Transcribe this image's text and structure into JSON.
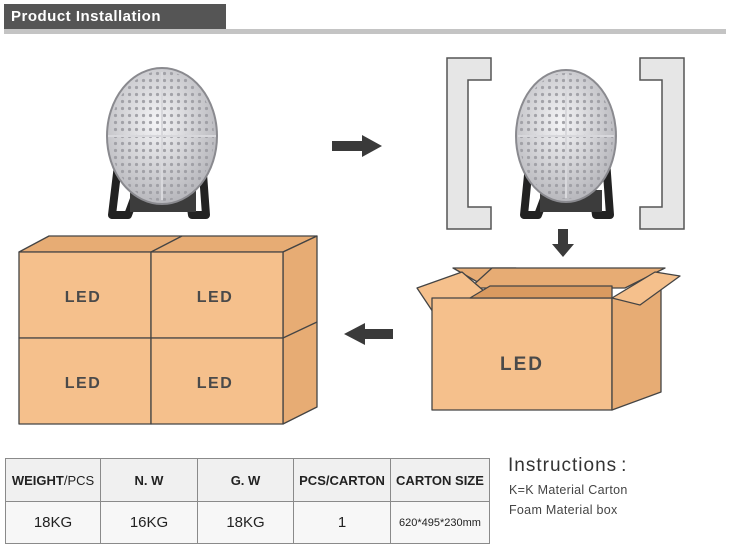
{
  "header": {
    "title": "Product Installation"
  },
  "boxes": {
    "led_label": "LED"
  },
  "specs": {
    "headers": [
      {
        "main": "WEIGHT",
        "sub": "/PCS"
      },
      {
        "main": "N. W",
        "sub": ""
      },
      {
        "main": "G. W",
        "sub": ""
      },
      {
        "main": "PCS",
        "sub": "/CARTON"
      },
      {
        "main": "CARTON SIZE",
        "sub": ""
      }
    ],
    "values": [
      "18KG",
      "16KG",
      "18KG",
      "1",
      "620*495*230mm"
    ]
  },
  "instructions": {
    "title": "Instructions",
    "colon": ":",
    "lines": [
      "K=K Material Carton",
      "Foam Material box"
    ]
  },
  "colors": {
    "header_bg": "#555555",
    "rule": "#c4c4c4",
    "carton": "#f5c08c",
    "carton_dark": "#e7ac74",
    "foam": "#e6e6e6",
    "arrow": "#3a3a3a"
  }
}
